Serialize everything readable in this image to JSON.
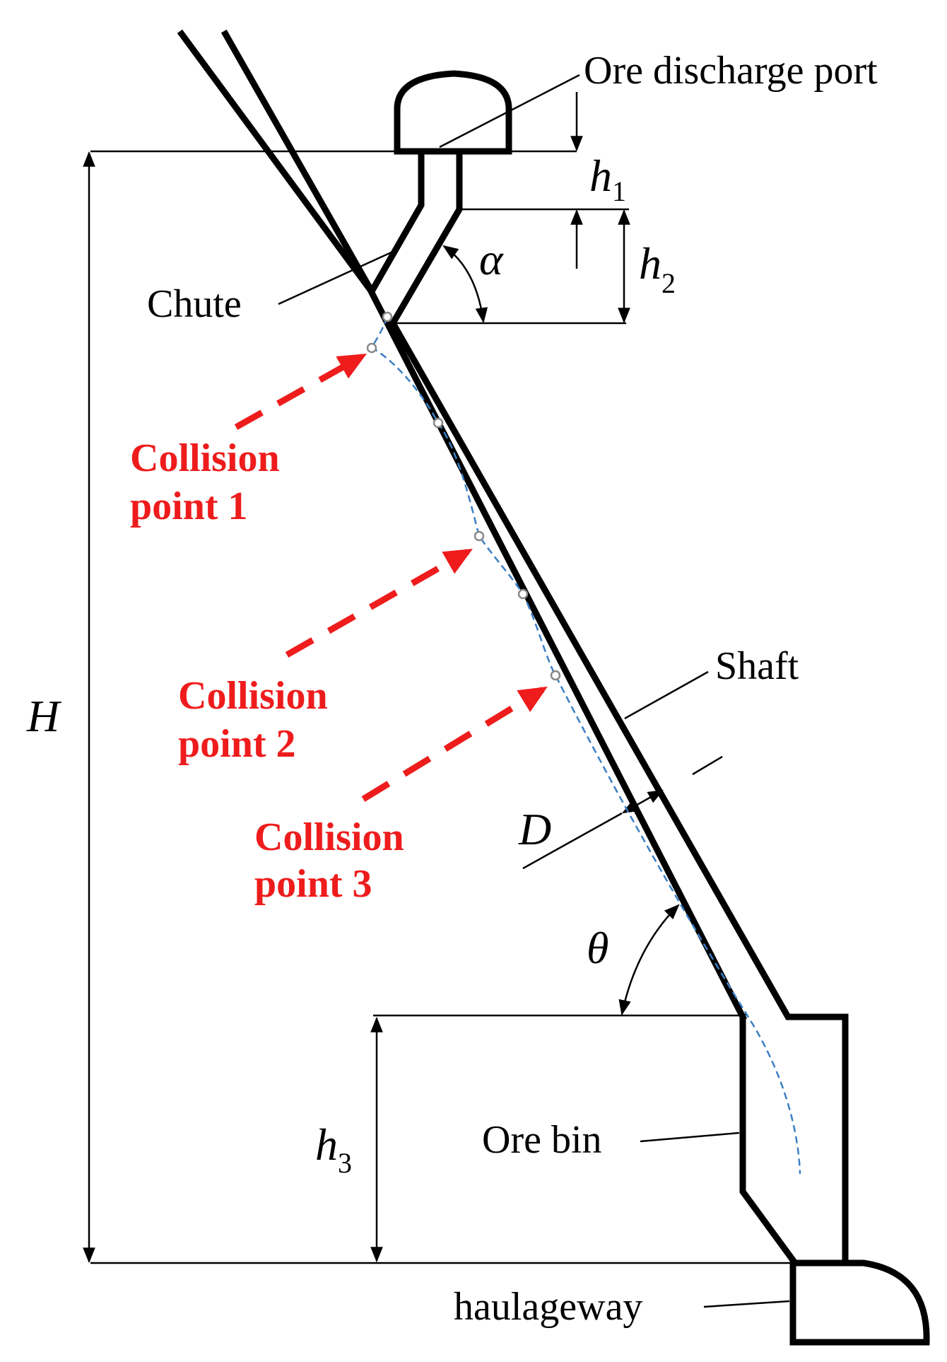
{
  "labels": {
    "ore_discharge_port": "Ore discharge port",
    "chute": "Chute",
    "shaft": "Shaft",
    "ore_bin": "Ore bin",
    "haulageway": "haulageway"
  },
  "variables": {
    "H": "H",
    "h1_base": "h",
    "h1_sub": "1",
    "h2_base": "h",
    "h2_sub": "2",
    "h3_base": "h",
    "h3_sub": "3",
    "alpha": "α",
    "theta": "θ",
    "D": "D"
  },
  "collision_points": [
    {
      "line1": "Collision",
      "line2": "point 1"
    },
    {
      "line1": "Collision",
      "line2": "point 2"
    },
    {
      "line1": "Collision",
      "line2": "point 3"
    }
  ],
  "colors": {
    "structure": "#000000",
    "collision_label": "#ee1c1c",
    "trajectory": "#3b7fc4"
  }
}
